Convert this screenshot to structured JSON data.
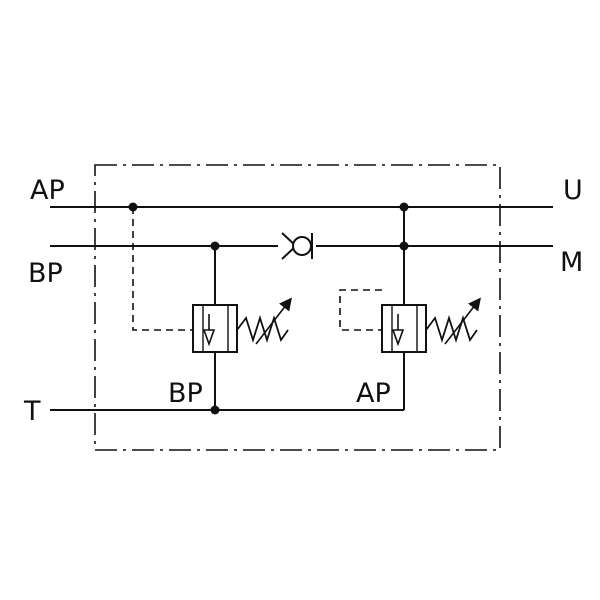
{
  "ports": {
    "ap": "AP",
    "bp": "BP",
    "t": "T",
    "u": "U",
    "m": "M"
  },
  "valve_labels": {
    "left": "BP",
    "right": "AP"
  },
  "colors": {
    "line": "#111111",
    "background": "#ffffff"
  },
  "symbols": [
    "check-valve-icon",
    "relief-valve-icon",
    "adjustable-spring-icon"
  ]
}
